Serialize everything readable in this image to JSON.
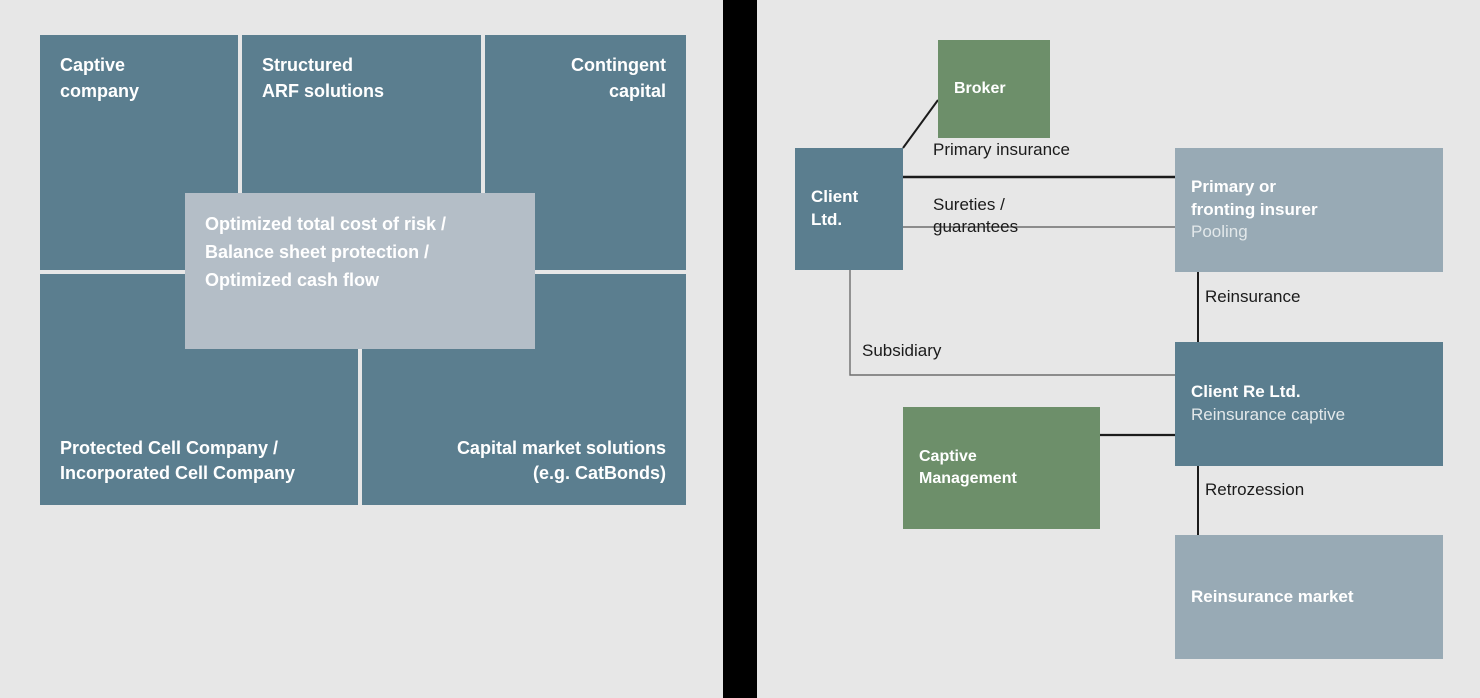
{
  "colors": {
    "background": "#e7e7e7",
    "gutter": "#000000",
    "dark_blue": "#5b7e8f",
    "light_blue": "#98aab5",
    "grey_blue": "#b4bec7",
    "green": "#6d8f6a",
    "text_white": "#ffffff",
    "text_dark": "#1b1b1b",
    "connector_dark": "#1b1b1b",
    "connector_grey": "#6e6e6e"
  },
  "left_diagram": {
    "name": "alternative-risk-financing-solutions",
    "boxes": [
      {
        "id": "captive-company",
        "label": "Captive\ncompany"
      },
      {
        "id": "structured-arf",
        "label": "Structured\nARF solutions"
      },
      {
        "id": "contingent-capital",
        "label": "Contingent\ncapital"
      },
      {
        "id": "protected-cell",
        "label": "Protected Cell Company /\nIncorporated Cell Company"
      },
      {
        "id": "capital-market",
        "label": "Capital market solutions\n(e.g. CatBonds)"
      }
    ],
    "center": {
      "id": "optimized-outcomes",
      "label": "Optimized total cost of risk /\nBalance sheet protection /\nOptimized cash flow"
    }
  },
  "right_diagram": {
    "name": "reinsurance-captive-structure",
    "nodes": [
      {
        "id": "broker",
        "title": "Broker",
        "subtitle": ""
      },
      {
        "id": "client-ltd",
        "title": "Client\nLtd.",
        "subtitle": ""
      },
      {
        "id": "primary-insurer",
        "title": "Primary or\nfronting insurer",
        "subtitle": "Pooling"
      },
      {
        "id": "client-re-ltd",
        "title": "Client Re Ltd.",
        "subtitle": "Reinsurance captive"
      },
      {
        "id": "captive-management",
        "title": "Captive\nManagement",
        "subtitle": ""
      },
      {
        "id": "reinsurance-market",
        "title": "Reinsurance market",
        "subtitle": ""
      }
    ],
    "edges": [
      {
        "id": "primary-insurance",
        "label": "Primary insurance",
        "from": "client-ltd",
        "to": "primary-insurer"
      },
      {
        "id": "sureties",
        "label": "Sureties /\nguarantees",
        "from": "client-ltd",
        "to": "primary-insurer"
      },
      {
        "id": "reinsurance",
        "label": "Reinsurance",
        "from": "primary-insurer",
        "to": "client-re-ltd"
      },
      {
        "id": "subsidiary",
        "label": "Subsidiary",
        "from": "client-ltd",
        "to": "client-re-ltd"
      },
      {
        "id": "retrozession",
        "label": "Retrozession",
        "from": "client-re-ltd",
        "to": "reinsurance-market"
      },
      {
        "id": "broker-link",
        "label": "",
        "from": "client-ltd",
        "to": "broker"
      },
      {
        "id": "management-link",
        "label": "",
        "from": "captive-management",
        "to": "client-re-ltd"
      }
    ]
  }
}
